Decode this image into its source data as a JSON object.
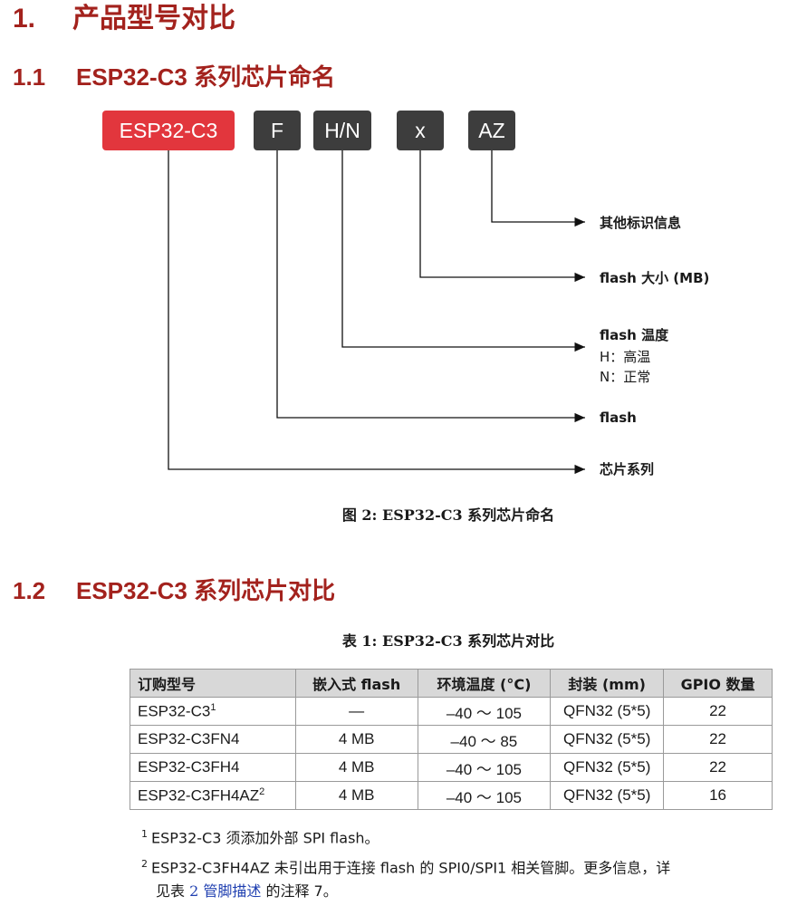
{
  "heading1": {
    "number": "1.",
    "title": "产品型号对比"
  },
  "section_1_1": {
    "number": "1.1",
    "title_latin": "ESP32-C3",
    "title_cn": "系列芯片命名"
  },
  "diagram": {
    "boxes": [
      "ESP32-C3",
      "F",
      "H/N",
      "x",
      "AZ"
    ],
    "labels": {
      "other": "其他标识信息",
      "size": "flash 大小 (MB)",
      "temp": "flash 温度",
      "temp_h": "H：高温",
      "temp_n": "N：正常",
      "flash": "flash",
      "series": "芯片系列"
    },
    "caption": "图 2: ESP32-C3 系列芯片命名",
    "colors": {
      "series_box": "#e2363d",
      "other_box": "#3d3d3d"
    }
  },
  "section_1_2": {
    "number": "1.2",
    "title_latin": "ESP32-C3",
    "title_cn": "系列芯片对比"
  },
  "table": {
    "caption": "表 1: ESP32-C3 系列芯片对比",
    "headers": [
      "订购型号",
      "嵌入式 flash",
      "环境温度 (°C)",
      "封装 (mm)",
      "GPIO 数量"
    ],
    "rows": [
      {
        "model": "ESP32-C3",
        "sup": "1",
        "flash": "—",
        "temp": "–40 ～ 105",
        "pkg": "QFN32 (5*5)",
        "gpio": "22"
      },
      {
        "model": "ESP32-C3FN4",
        "sup": "",
        "flash": "4 MB",
        "temp": "–40 ～ 85",
        "pkg": "QFN32 (5*5)",
        "gpio": "22"
      },
      {
        "model": "ESP32-C3FH4",
        "sup": "",
        "flash": "4 MB",
        "temp": "–40 ～ 105",
        "pkg": "QFN32 (5*5)",
        "gpio": "22"
      },
      {
        "model": "ESP32-C3FH4AZ",
        "sup": "2",
        "flash": "4 MB",
        "temp": "–40 ～ 105",
        "pkg": "QFN32 (5*5)",
        "gpio": "16"
      }
    ]
  },
  "notes": [
    {
      "mark": "1",
      "text": "ESP32-C3 须添加外部 SPI flash。"
    },
    {
      "mark": "2",
      "text": "ESP32-C3FH4AZ 未引出用于连接 flash 的 SPI0/SPI1 相关管脚。更多信息，详",
      "cont_pre": "见表 ",
      "link": "2 管脚描述",
      "cont_post": " 的注释 7。"
    }
  ],
  "colors": {
    "heading": "#a3221d",
    "link": "#1f3fb0",
    "table_header_bg": "#d8d8d8"
  }
}
